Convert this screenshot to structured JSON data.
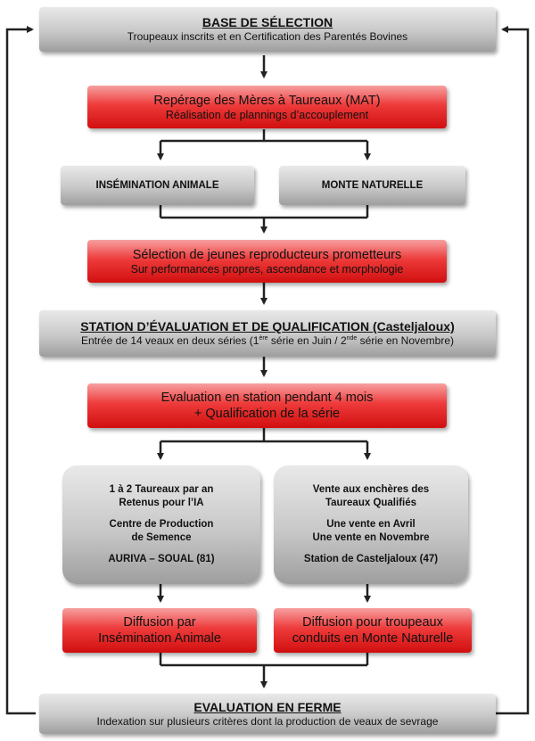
{
  "base_selection": {
    "title": "BASE DE SÉLECTION",
    "subtitle": "Troupeaux inscrits et en Certification des Parentés Bovines"
  },
  "mat": {
    "line1": "Repérage des Mères à Taureaux (MAT)",
    "line2": "Réalisation de plannings d’accouplement"
  },
  "insemination": {
    "label": "INSÉMINATION ANIMALE"
  },
  "monte": {
    "label": "MONTE NATURELLE"
  },
  "selection_jeunes": {
    "line1": "Sélection de jeunes reproducteurs prometteurs",
    "line2": "Sur performances propres, ascendance et morphologie"
  },
  "station": {
    "title": "STATION D’ÉVALUATION ET DE QUALIFICATION (Casteljaloux)",
    "sub_part1": "Entrée de 14 veaux en deux séries (1",
    "sup1": "ère",
    "sub_part2": " série en Juin / 2",
    "sup2": "nde",
    "sub_part3": " série en Novembre)"
  },
  "evaluation_station": {
    "line1": "Evaluation en station pendant 4 mois",
    "line2": "+ Qualification de la série"
  },
  "left_branch": {
    "line1": "1 à 2 Taureaux par an",
    "line2": "Retenus pour l’IA",
    "line3": "Centre de Production",
    "line4": "de Semence",
    "line5": "AURIVA – SOUAL (81)"
  },
  "right_branch": {
    "line1": "Vente aux enchères des",
    "line2": "Taureaux Qualifiés",
    "line3": "Une vente en Avril",
    "line4": "Une vente en Novembre",
    "line5": "Station de Casteljaloux (47)"
  },
  "diffusion_left": {
    "line1": "Diffusion par",
    "line2": "Insémination Animale"
  },
  "diffusion_right": {
    "line1": "Diffusion pour troupeaux",
    "line2": "conduits en Monte Naturelle"
  },
  "evaluation_ferme": {
    "title": "EVALUATION EN FERME",
    "subtitle": "Indexation sur plusieurs critères dont la production de veaux de sevrage"
  },
  "colors": {
    "gray_box": "#b9b9b9",
    "red_box": "#e8282b",
    "connector": "#222222"
  }
}
